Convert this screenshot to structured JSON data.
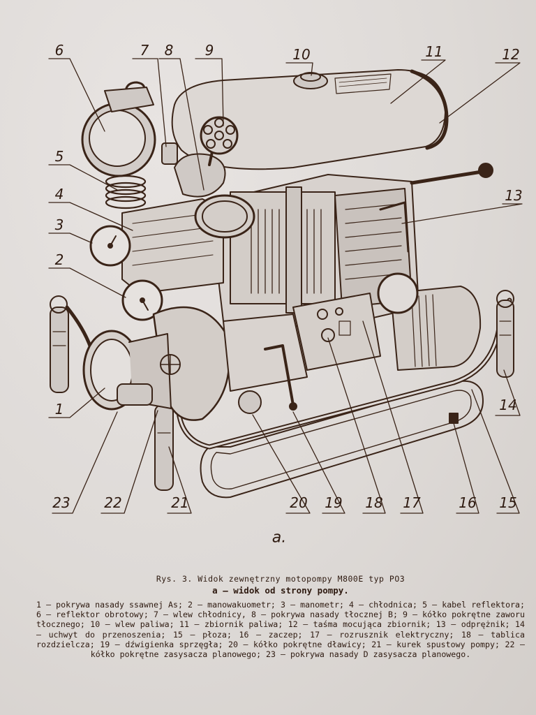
{
  "figure": {
    "callouts": [
      "1",
      "2",
      "3",
      "4",
      "5",
      "6",
      "7",
      "8",
      "9",
      "10",
      "11",
      "12",
      "13",
      "14",
      "15",
      "16",
      "17",
      "18",
      "19",
      "20",
      "21",
      "22",
      "23"
    ],
    "sub_label": "a.",
    "title": "Rys. 3. Widok zewnętrzny motopompy M800E typ PO3",
    "subtitle": "a — widok od strony pompy.",
    "legend": "1 — pokrywa nasady ssawnej As; 2 — manowakuometr; 3 — manometr; 4 — chłodnica; 5 — kabel reflektora; 6 — reflektor obrotowy; 7 — wlew chłodnicy, 8 — pokrywa nasady tłocznej B; 9 — kółko pokrętne zaworu tłocznego; 10 — wlew paliwa; 11 — zbiornik paliwa; 12 — taśma mocująca zbiornik; 13 — odprężnik; 14 — uchwyt do przenoszenia; 15 — płoza; 16 — zaczep; 17 — rozrusznik elektryczny; 18 — tablica rozdzielcza; 19 — dźwigienka sprzęgła; 20 — kółko pokrętne dławicy; 21 — kurek spustowy pompy; 22 — kółko pokrętne zasysacza planowego; 23 — pokrywa nasady D zasysacza planowego."
  }
}
